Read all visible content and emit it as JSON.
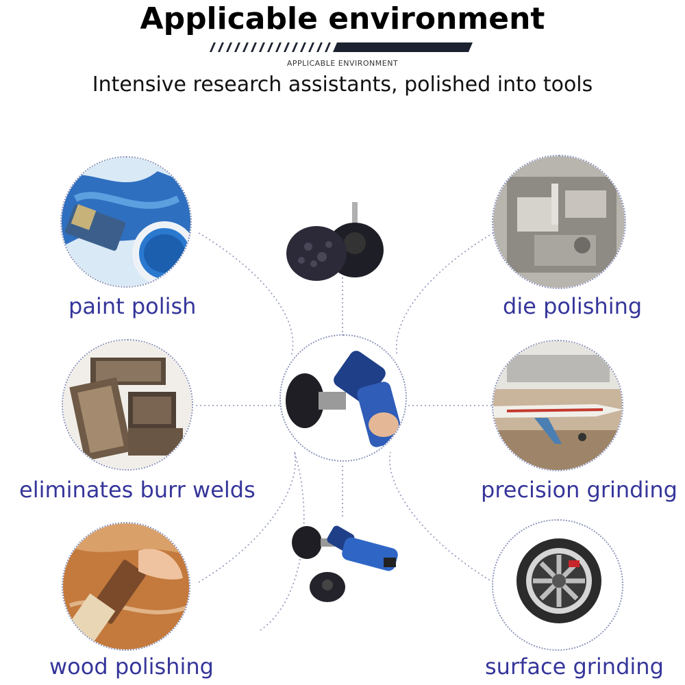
{
  "header": {
    "title": "Applicable environment",
    "small_caption": "APPLICABLE ENVIRONMENT",
    "tagline": "Intensive research assistants, polished into tools"
  },
  "uses": {
    "paint_polish": "paint polish",
    "eliminates_burr_welds": "eliminates burr welds",
    "wood_polishing": "wood polishing",
    "die_polishing": "die polishing",
    "precision_grinding": "precision grinding",
    "surface_grinding": "surface grinding"
  },
  "colors": {
    "label": "#35359a",
    "connector": "#8a93b8",
    "bar_dark": "#1c2230"
  },
  "icons": {
    "paint": "paint-brush-can-photo",
    "metal": "metal-tubes-photo",
    "wood": "wood-brush-photo",
    "die": "die-mold-photo",
    "aircraft": "aircraft-hangar-photo",
    "wheel": "car-wheel-photo",
    "disc": "stripping-disc-photo",
    "tool": "die-grinder-photo"
  }
}
